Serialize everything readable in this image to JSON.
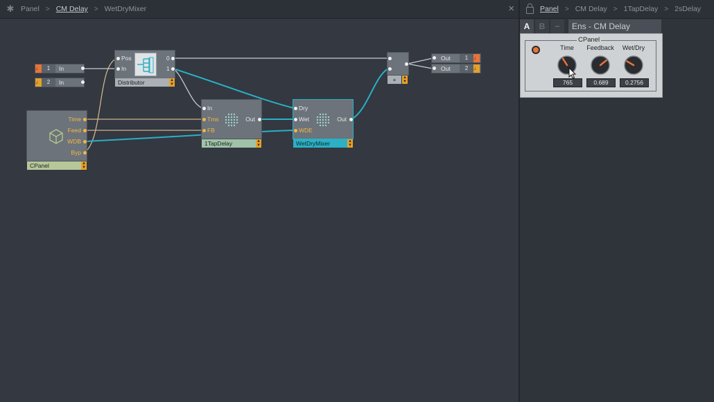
{
  "left_breadcrumb": {
    "items": [
      "Panel",
      "CM Delay",
      "WetDryMixer"
    ],
    "active": "CM Delay"
  },
  "right_breadcrumb": {
    "items": [
      "Panel",
      "CM Delay",
      "1TapDelay",
      "2sDelay"
    ],
    "active": "Panel"
  },
  "close_label": "×",
  "inputs": [
    {
      "num": "1",
      "label": "In"
    },
    {
      "num": "2",
      "label": "In"
    }
  ],
  "outputs": [
    {
      "label": "Out",
      "num": "1"
    },
    {
      "label": "Out",
      "num": "2"
    }
  ],
  "modules": {
    "distributor": {
      "name": "Distributor",
      "in_ports": [
        "Pos",
        "In"
      ],
      "out_ports": [
        "0",
        "1"
      ]
    },
    "cpanel": {
      "name": "CPanel",
      "out_ports": [
        "Time",
        "Feed",
        "WDB",
        "Byp"
      ]
    },
    "tapdelay": {
      "name": "1TapDelay",
      "in_ports": [
        "In",
        "Tms",
        "FB"
      ],
      "out_ports": [
        "Out"
      ]
    },
    "wetdry": {
      "name": "WetDryMixer",
      "in_ports": [
        "Dry",
        "Wet",
        "WDE"
      ],
      "out_ports": [
        "Out"
      ]
    },
    "adder": {
      "name": "+"
    }
  },
  "panel": {
    "tabs": [
      "A",
      "B",
      "−"
    ],
    "active_tab": "A",
    "title": "Ens - CM Delay",
    "group_title": "CPanel",
    "knobs": [
      {
        "label": "Time",
        "value": "765",
        "position": 0.38
      },
      {
        "label": "Feedback",
        "value": "0.689",
        "position": 0.69
      },
      {
        "label": "Wet/Dry",
        "value": "0.2756",
        "position": 0.28
      }
    ]
  },
  "colors": {
    "wire_signal": "#2bb0c4",
    "wire_control": "#cdb48c",
    "wire_audio": "#c9ccd0",
    "accent_orange": "#e8743a",
    "accent_amber": "#e3a12c",
    "selected_module": "#2bb0c4"
  },
  "icons": {
    "gear": "gear-icon",
    "lock": "lock-icon",
    "close": "close-icon",
    "cursor": "mouse-cursor-icon"
  }
}
